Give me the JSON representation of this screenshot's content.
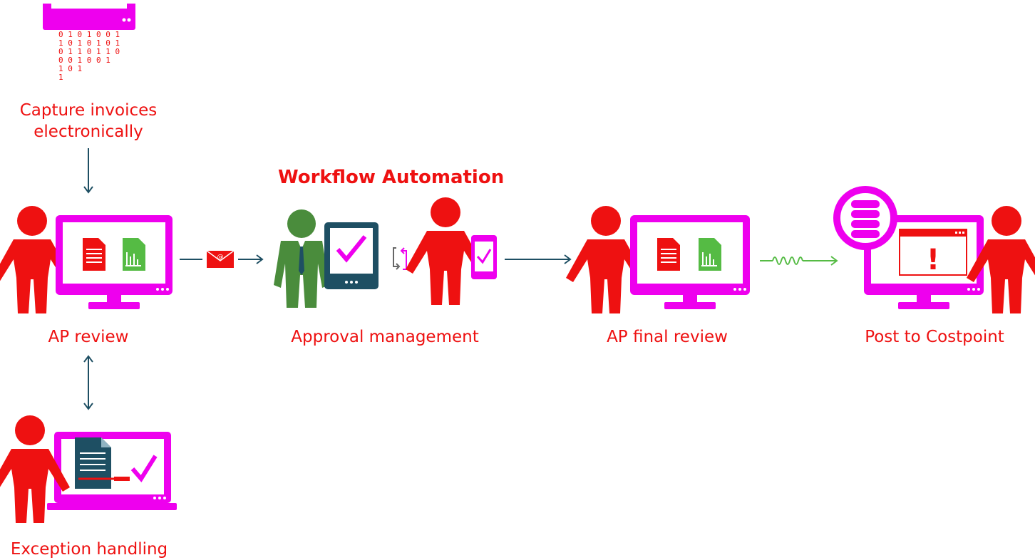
{
  "title": "Workflow Automation",
  "labels": {
    "capture_line1": "Capture invoices",
    "capture_line2": "electronically",
    "ap_review": "AP review",
    "approval": "Approval management",
    "final_review": "AP final review",
    "post": "Post to Costpoint",
    "exception": "Exception handling"
  },
  "binary_rows": [
    "0 1 0 1 0 0 1",
    "1 0 1 0 1 0 1",
    "0 1 1 0 1 1 0",
    "0 0 1   0 0 1",
    "1   0     1",
    "1"
  ],
  "email_glyph": "@",
  "alert_glyph": "!",
  "colors": {
    "red": "#ee1111",
    "magenta": "#ee00ee",
    "teal": "#1e4f63",
    "green": "#4a8c3c",
    "bright_green": "#55bb44"
  },
  "icons": [
    "scanner-icon",
    "person-icon",
    "monitor-icon",
    "document-icon",
    "spreadsheet-icon",
    "email-icon",
    "tablet-icon",
    "sync-icon",
    "phone-icon",
    "database-icon",
    "alert-window-icon",
    "laptop-icon",
    "checkmark-icon",
    "signal-wave-icon",
    "arrow-icon"
  ]
}
